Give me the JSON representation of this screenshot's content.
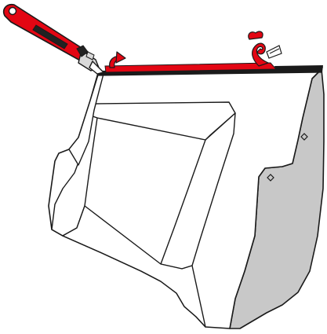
{
  "illustration": {
    "subject": "box-opening-instruction",
    "objects": [
      {
        "kind": "utility-knife",
        "icon": "utility-knife-icon"
      },
      {
        "kind": "cardboard-box-top-open",
        "icon": "box-icon"
      },
      {
        "kind": "red-tear-strip",
        "icon": "tear-strip-icon"
      },
      {
        "kind": "pull-arrow",
        "icon": "curved-arrow-icon"
      },
      {
        "kind": "curled-tape-end",
        "icon": "tape-curl-icon"
      }
    ]
  },
  "colors": {
    "outline": "#1a1a1a",
    "box_interior": "#ffffff",
    "box_side": "#c8c8c8",
    "tear_strip": "#e30613",
    "knife_body": "#e30613",
    "knife_blade": "#d9d9d9",
    "knife_grip": "#222222",
    "top_edge": "#1a1a1a"
  }
}
